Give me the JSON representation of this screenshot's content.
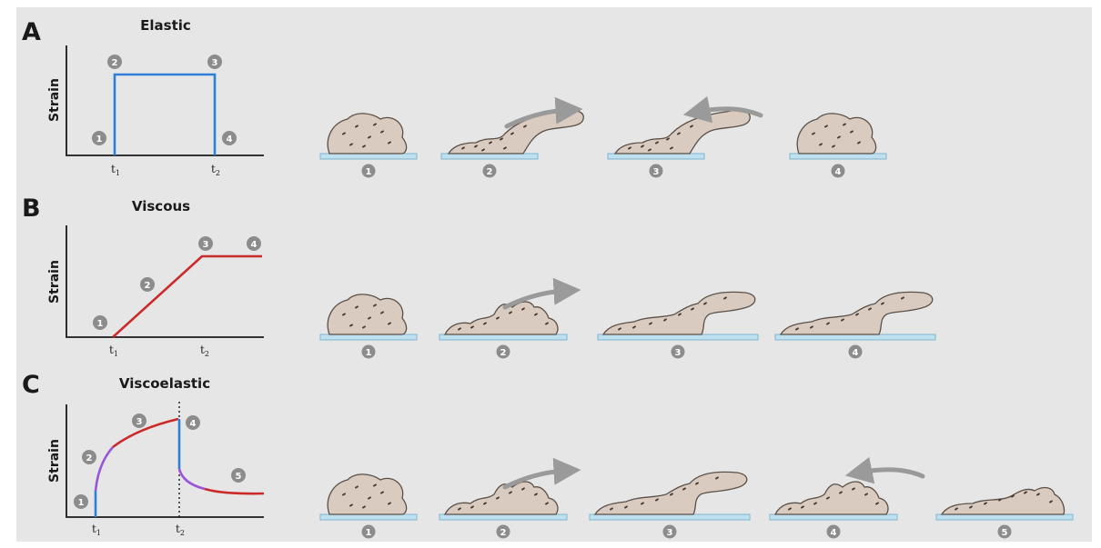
{
  "colors": {
    "background": "#e6e6e6",
    "elastic": "#2f7fd6",
    "viscous": "#cc2a2a",
    "transition": "#9a55d6",
    "badge": "#8c8c8c",
    "arrow": "#9a9a9a",
    "cell_fill": "#d9cbc0",
    "substrate": "#bfe0ef"
  },
  "panels": [
    {
      "letter": "A",
      "title": "Elastic",
      "ylabel": "Strain",
      "ticks": [
        "t1",
        "t2"
      ],
      "graph_markers": [
        "1",
        "2",
        "3",
        "4"
      ],
      "stages": [
        {
          "label": "1",
          "shape": "blob",
          "arrow": "none"
        },
        {
          "label": "2",
          "shape": "stretch",
          "arrow": "right"
        },
        {
          "label": "3",
          "shape": "stretch",
          "arrow": "left"
        },
        {
          "label": "4",
          "shape": "blob",
          "arrow": "none"
        }
      ]
    },
    {
      "letter": "B",
      "title": "Viscous",
      "ylabel": "Strain",
      "ticks": [
        "t1",
        "t2"
      ],
      "graph_markers": [
        "1",
        "2",
        "3",
        "4"
      ],
      "stages": [
        {
          "label": "1",
          "shape": "blob",
          "arrow": "none"
        },
        {
          "label": "2",
          "shape": "partial",
          "arrow": "right"
        },
        {
          "label": "3",
          "shape": "long",
          "arrow": "none"
        },
        {
          "label": "4",
          "shape": "long",
          "arrow": "none"
        }
      ]
    },
    {
      "letter": "C",
      "title": "Viscoelastic",
      "ylabel": "Strain",
      "ticks": [
        "t1",
        "t2"
      ],
      "graph_markers": [
        "1",
        "2",
        "3",
        "4",
        "5"
      ],
      "stages": [
        {
          "label": "1",
          "shape": "blob",
          "arrow": "none"
        },
        {
          "label": "2",
          "shape": "partial",
          "arrow": "right"
        },
        {
          "label": "3",
          "shape": "long",
          "arrow": "none"
        },
        {
          "label": "4",
          "shape": "partial",
          "arrow": "left"
        },
        {
          "label": "5",
          "shape": "relaxed",
          "arrow": "none"
        }
      ]
    }
  ]
}
